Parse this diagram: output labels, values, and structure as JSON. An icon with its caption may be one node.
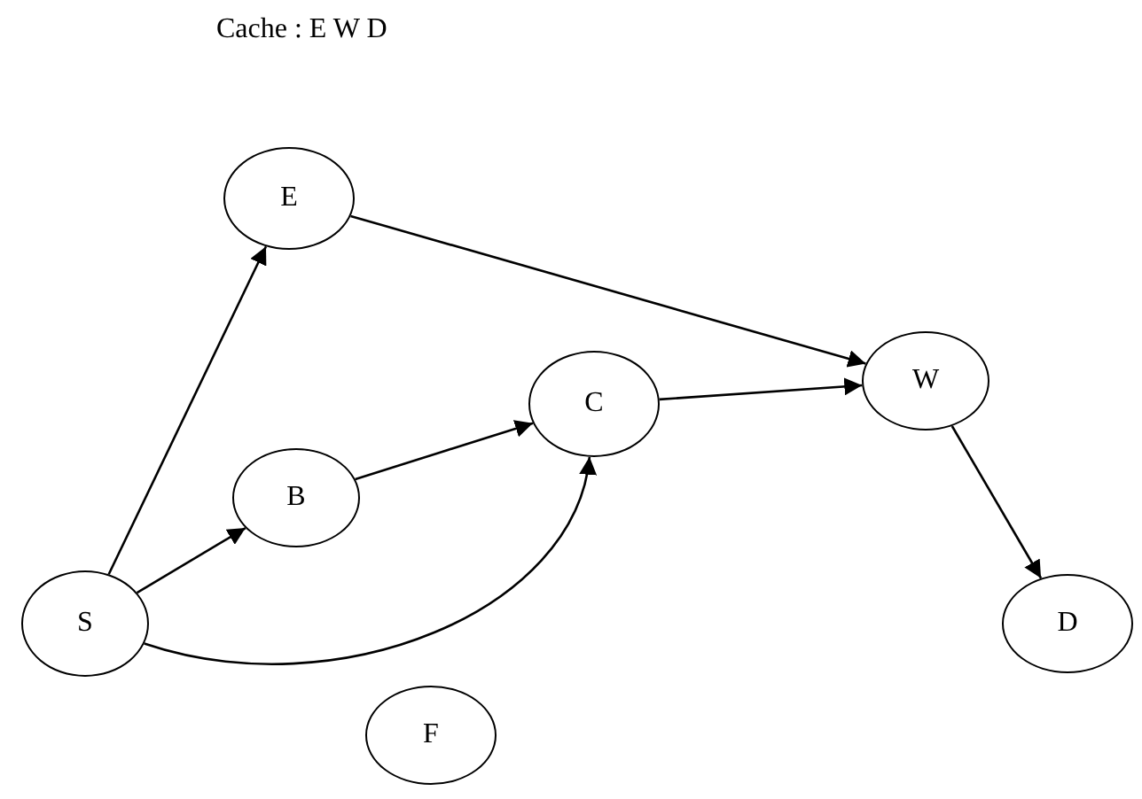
{
  "diagram": {
    "title": "Cache : E W D",
    "nodes": [
      {
        "text": [
          "E"
        ]
      },
      {
        "text": [
          "W"
        ]
      },
      {
        "text": [
          "C"
        ]
      },
      {
        "text": [
          "B"
        ]
      },
      {
        "text": [
          "S"
        ]
      },
      {
        "text": [
          "D"
        ]
      },
      {
        "text": [
          "F"
        ]
      }
    ],
    "edges": [
      {
        "from": 4,
        "to": 0,
        "arrow": "to"
      },
      {
        "from": 4,
        "to": 3,
        "arrow": "to"
      },
      {
        "from": 3,
        "to": 2,
        "arrow": "to"
      },
      {
        "from": 4,
        "to": 2,
        "arrow": "to"
      },
      {
        "from": 0,
        "to": 1,
        "arrow": "to"
      },
      {
        "from": 2,
        "to": 1,
        "arrow": "to"
      },
      {
        "from": 1,
        "to": 5,
        "arrow": "to"
      }
    ]
  }
}
